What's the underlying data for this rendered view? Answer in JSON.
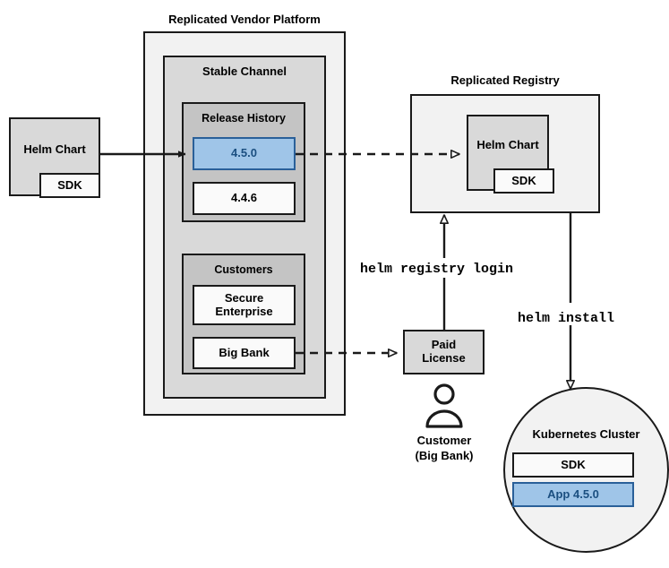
{
  "diagram": {
    "title_labels": {
      "vendor_platform": "Replicated Vendor Platform",
      "replicated_registry": "Replicated Registry"
    },
    "vendor_platform": {
      "stable_channel": {
        "label": "Stable Channel",
        "release_history": {
          "label": "Release History",
          "releases": [
            {
              "version": "4.5.0",
              "highlighted": true
            },
            {
              "version": "4.4.6",
              "highlighted": false
            }
          ]
        },
        "customers": {
          "label": "Customers",
          "entries": [
            {
              "name": "Secure\nEnterprise"
            },
            {
              "name": "Big Bank"
            }
          ]
        }
      }
    },
    "source_chart": {
      "label": "Helm Chart",
      "sdk_label": "SDK"
    },
    "registry_chart": {
      "label": "Helm Chart",
      "sdk_label": "SDK"
    },
    "paid_license": {
      "label": "Paid\nLicense"
    },
    "customer_actor": {
      "name": "Customer",
      "detail": "(Big Bank)",
      "icon": "person-icon"
    },
    "kubernetes_cluster": {
      "label": "Kubernetes Cluster",
      "components": [
        {
          "name": "SDK",
          "highlighted": false
        },
        {
          "name": "App 4.5.0",
          "highlighted": true
        }
      ]
    },
    "commands": {
      "registry_login": "helm registry login",
      "install": "helm install"
    },
    "colors": {
      "highlight_fill": "#9fc5e8",
      "highlight_border": "#2a6099",
      "highlight_text": "#1b4f80",
      "outline": "#1a1a1a",
      "lightest": "#f2f2f2",
      "light": "#d9d9d9",
      "mid": "#c4c4c4"
    }
  }
}
